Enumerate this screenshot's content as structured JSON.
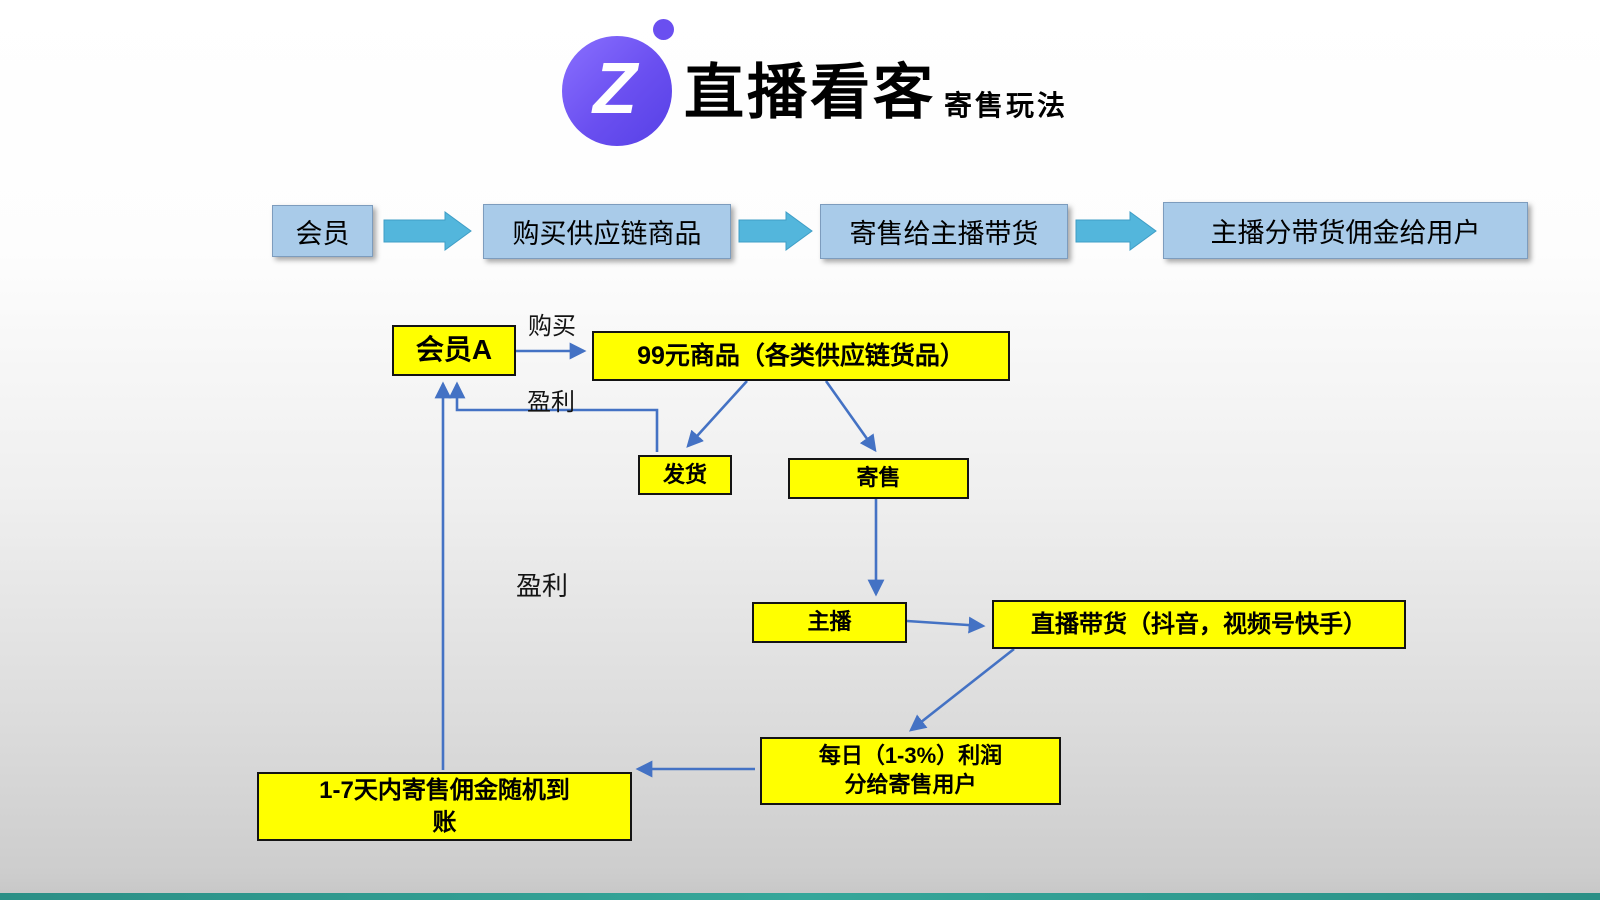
{
  "colors": {
    "background_top": "#ffffff",
    "background_bottom": "#c6c6c6",
    "flow_box_fill": "#a9cbe9",
    "flow_box_border": "#7d9cbd",
    "block_arrow": "#53b6dc",
    "node_fill": "#ffff00",
    "node_border": "#141414",
    "connector_blue": "#4472c4",
    "logo_purple": "#6a4ff0",
    "bottom_strip_teal": "#2f9e93"
  },
  "header": {
    "logo_letter": "Z",
    "title": "直播看客",
    "subtitle": "寄售玩法"
  },
  "top_flow": {
    "steps": [
      {
        "label": "会员"
      },
      {
        "label": "购买供应链商品"
      },
      {
        "label": "寄售给主播带货"
      },
      {
        "label": "主播分带货佣金给用户"
      }
    ]
  },
  "diagram": {
    "nodes": {
      "member_a": "会员A",
      "product": "99元商品（各类供应链货品）",
      "ship": "发货",
      "consign": "寄售",
      "streamer": "主播",
      "live": "直播带货（抖音，视频号快手）",
      "daily_line1": "每日（1-3%）利润",
      "daily_line2": "分给寄售用户",
      "payout_line1": "1-7天内寄售佣金随机到",
      "payout_line2": "账"
    },
    "edge_labels": {
      "buy": "购买",
      "profit_top": "盈利",
      "profit_mid": "盈利"
    }
  }
}
